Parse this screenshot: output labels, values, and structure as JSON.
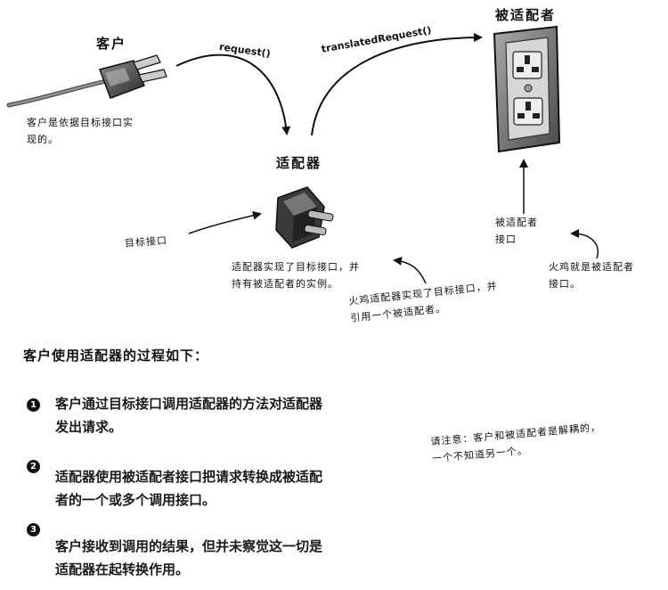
{
  "labels": {
    "client": "客户",
    "adapter": "适配器",
    "adaptee": "被适配者",
    "request": "request()",
    "translated_request": "translatedRequest()"
  },
  "notes": {
    "client_note_line1": "客户是依据目标接口实",
    "client_note_line2": "现的。",
    "target_interface": "目标接口",
    "adapter_note_line1": "适配器实现了目标接口，并",
    "adapter_note_line2": "持有被适配者的实例。",
    "turkey_adapter_line1": "火鸡适配器实现了目标接口，并",
    "turkey_adapter_line2": "引用一个被适配者。",
    "adaptee_interface_line1": "被适配者",
    "adaptee_interface_line2": "接口",
    "turkey_adaptee_line1": "火鸡就是被适配者",
    "turkey_adaptee_line2": "接口。",
    "decoupled_line1": "请注意：客户和被适配者是解耦的，",
    "decoupled_line2": "一个不知道另一个。"
  },
  "process": {
    "heading": "客户使用适配器的过程如下：",
    "steps": [
      {
        "num": "1",
        "line1": "客户通过目标接口调用适配器的方法对适配器",
        "line2": "发出请求。"
      },
      {
        "num": "2",
        "line1": "适配器使用被适配者接口把请求转换成被适配",
        "line2": "者的一个或多个调用接口。"
      },
      {
        "num": "3",
        "line1": "客户接收到调用的结果，但并未察觉这一切是",
        "line2": "适配器在起转换作用。"
      }
    ]
  },
  "icons": [
    "plug-icon",
    "adapter-icon",
    "wall-socket-icon"
  ]
}
